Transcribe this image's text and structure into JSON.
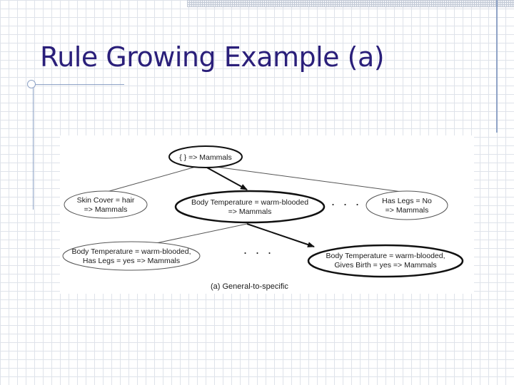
{
  "slide": {
    "title": "Rule Growing Example (a)"
  },
  "diagram": {
    "nodes": {
      "root": {
        "lines": [
          "{ } => Mammals"
        ]
      },
      "skin_cover": {
        "lines": [
          "Skin Cover = hair",
          "=> Mammals"
        ]
      },
      "body_temp": {
        "lines": [
          "Body Temperature = warm-blooded",
          "=> Mammals"
        ]
      },
      "has_legs_no": {
        "lines": [
          "Has Legs = No",
          "=> Mammals"
        ]
      },
      "body_temp_legs": {
        "lines": [
          "Body Temperature = warm-blooded,",
          "Has Legs = yes => Mammals"
        ]
      },
      "body_temp_birth": {
        "lines": [
          "Body Temperature = warm-blooded,",
          "Gives Birth = yes => Mammals"
        ]
      }
    },
    "ellipsis_top": "· · ·",
    "ellipsis_bottom": "· · ·",
    "caption": "(a) General-to-specific"
  },
  "colors": {
    "title": "#2a1f7a",
    "accent_rule": "#8fa3c6",
    "grid": "#dfe3ea"
  }
}
